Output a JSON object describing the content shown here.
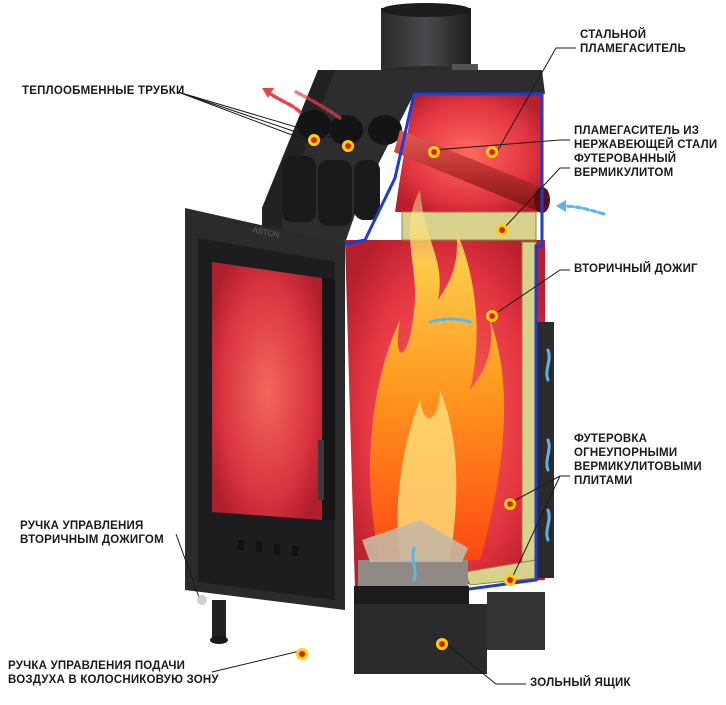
{
  "brand": "ASTON",
  "callouts": {
    "heat_exchange_tubes": "ТЕПЛООБМЕННЫЕ ТРУБКИ",
    "steel_flame_baffle": "СТАЛЬНОЙ\nПЛАМЕГАСИТЕЛЬ",
    "stainless_flame_baffle": "ПЛАМЕГАСИТЕЛЬ ИЗ\nНЕРЖАВЕЮЩЕЙ СТАЛИ",
    "vermiculite_lined": "ФУТЕРОВАННЫЙ\nВЕРМИКУЛИТОМ",
    "secondary_combustion": "ВТОРИЧНЫЙ ДОЖИГ",
    "refractory_lining": "ФУТЕРОВКА\nОГНЕУПОРНЫМИ\nВЕРМИКУЛИТОВЫМИ\nПЛИТАМИ",
    "secondary_handle": "РУЧКА УПРАВЛЕНИЯ\nВТОРИЧНЫМ ДОЖИГОМ",
    "air_supply_handle": "РУЧКА УПРАВЛЕНИЯ ПОДАЧИ\nВОЗДУХА В КОЛОСНИКОВУЮ ЗОНУ",
    "ash_box": "ЗОЛЬНЫЙ ЯЩИК"
  },
  "colors": {
    "body": "#2b2b2d",
    "chamber": "#e8323a",
    "flame": "#ff8c1a",
    "lining": "#d7d08a",
    "edge_blue": "#1f3bd6",
    "marker": "#ffd200",
    "marker_core": "#e01b1b",
    "warm_arrow": "#e8424a",
    "cold_arrow": "#5bb4ea"
  }
}
